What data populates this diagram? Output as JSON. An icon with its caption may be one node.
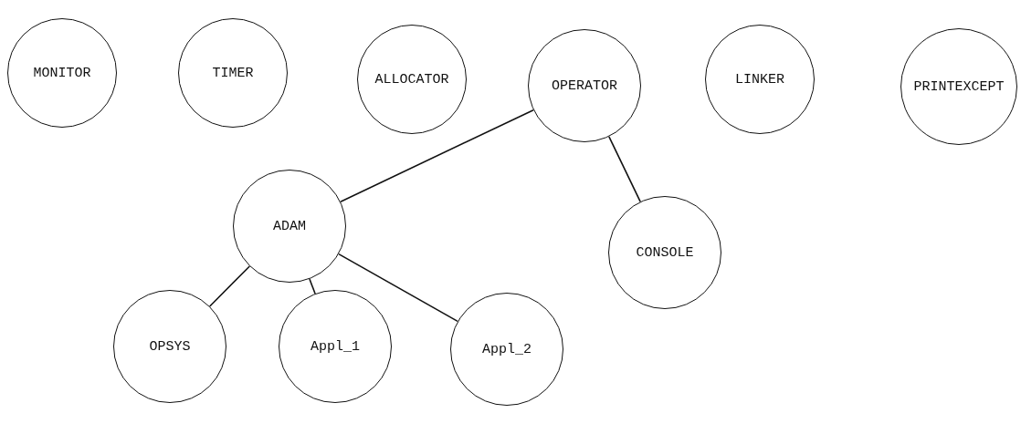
{
  "diagram": {
    "nodes": [
      {
        "text": [
          "MONITOR"
        ]
      },
      {
        "text": [
          "TIMER"
        ]
      },
      {
        "text": [
          "ALLOCATOR"
        ]
      },
      {
        "text": [
          "OPERATOR"
        ]
      },
      {
        "text": [
          "LINKER"
        ]
      },
      {
        "text": [
          "PRINTEXCEPT"
        ]
      },
      {
        "text": [
          "ADAM"
        ]
      },
      {
        "text": [
          "CONSOLE"
        ]
      },
      {
        "text": [
          "OPSYS"
        ]
      },
      {
        "text": [
          "Appl_1"
        ]
      },
      {
        "text": [
          "Appl_2"
        ]
      }
    ],
    "edges": [
      {
        "from": 3,
        "to": 6,
        "arrow": "none"
      },
      {
        "from": 3,
        "to": 7,
        "arrow": "none"
      },
      {
        "from": 6,
        "to": 8,
        "arrow": "none"
      },
      {
        "from": 6,
        "to": 9,
        "arrow": "none"
      },
      {
        "from": 6,
        "to": 10,
        "arrow": "none"
      }
    ]
  }
}
